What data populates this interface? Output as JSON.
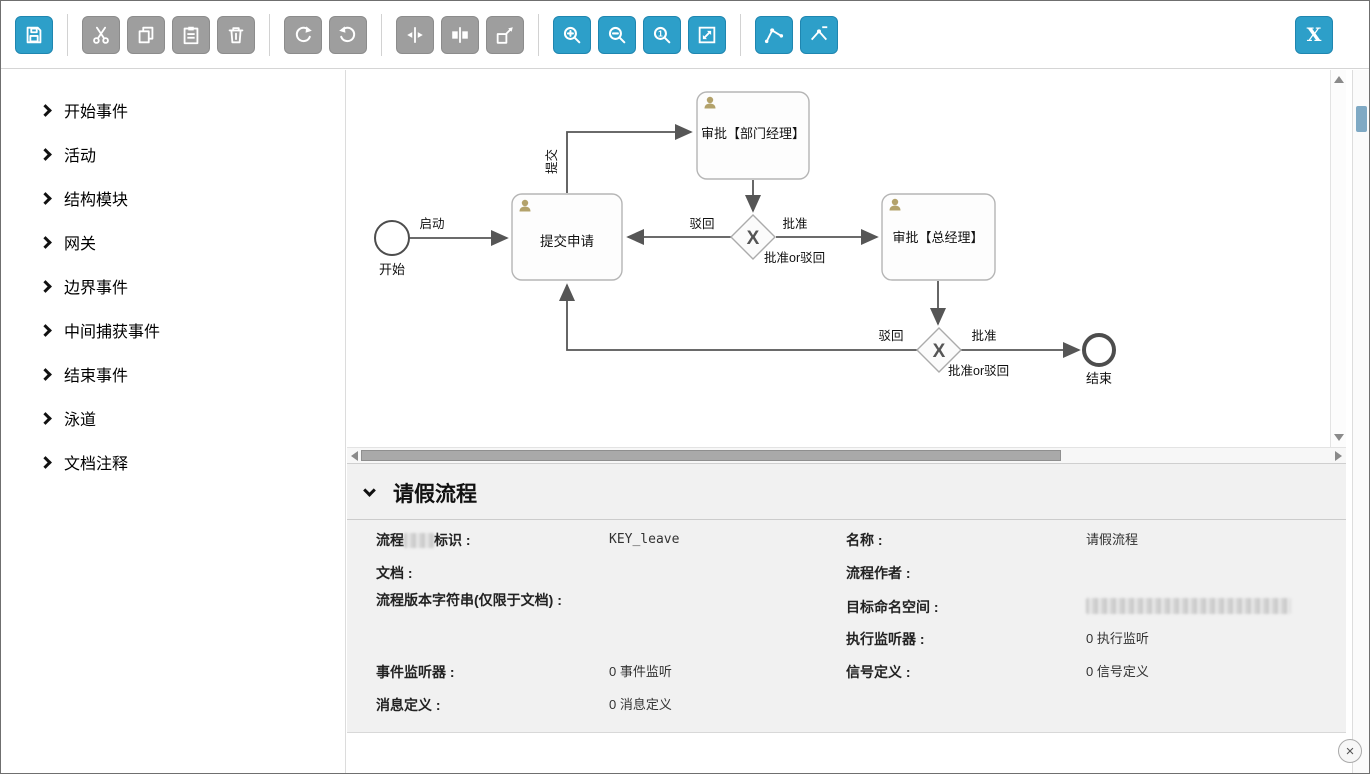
{
  "colors": {
    "accent_blue": "#2d9fc9",
    "disabled_gray": "#9e9e9e"
  },
  "toolbar": {
    "close_button_label": "X",
    "icons": [
      "save-icon",
      "cut-icon",
      "copy-icon",
      "paste-icon",
      "delete-icon",
      "redo-icon",
      "undo-icon",
      "distribute-horizontal-icon",
      "align-center-icon",
      "resize-icon",
      "zoom-in-icon",
      "zoom-out-icon",
      "zoom-actual-icon",
      "zoom-fit-icon",
      "add-bendpoint-icon",
      "remove-bendpoint-icon"
    ]
  },
  "sidebar": {
    "items": [
      {
        "label": "开始事件"
      },
      {
        "label": "活动"
      },
      {
        "label": "结构模块"
      },
      {
        "label": "网关"
      },
      {
        "label": "边界事件"
      },
      {
        "label": "中间捕获事件"
      },
      {
        "label": "结束事件"
      },
      {
        "label": "泳道"
      },
      {
        "label": "文档注释"
      }
    ]
  },
  "diagram": {
    "start_label": "开始",
    "end_label": "结束",
    "tasks": [
      {
        "label": "提交申请"
      },
      {
        "label": "审批【部门经理】"
      },
      {
        "label": "审批【总经理】"
      }
    ],
    "gateways": [
      {
        "symbol": "X",
        "label": "批准or驳回"
      },
      {
        "symbol": "X",
        "label": "批准or驳回"
      }
    ],
    "edge_labels": {
      "start": "启动",
      "submit": "提交",
      "g1_reject": "驳回",
      "g1_approve": "批准",
      "g2_reject": "驳回",
      "g2_approve": "批准"
    }
  },
  "panel": {
    "title": "请假流程",
    "left": [
      {
        "label_prefix": "流程",
        "label_suffix": "标识 :",
        "value": "KEY_leave"
      },
      {
        "label": "文档 :",
        "value": ""
      },
      {
        "label": "流程版本字符串(仅限于文档) :",
        "value": ""
      },
      {
        "label": "事件监听器 :",
        "value": "0 事件监听"
      },
      {
        "label": "消息定义 :",
        "value": "0 消息定义"
      }
    ],
    "right": [
      {
        "label": "名称 :",
        "value": "请假流程"
      },
      {
        "label": "流程作者 :",
        "value": ""
      },
      {
        "label": "目标命名空间 :",
        "value": ""
      },
      {
        "label": "执行监听器 :",
        "value": "0 执行监听"
      },
      {
        "label": "信号定义 :",
        "value": "0 信号定义"
      }
    ]
  },
  "window": {
    "close_label": "×"
  }
}
